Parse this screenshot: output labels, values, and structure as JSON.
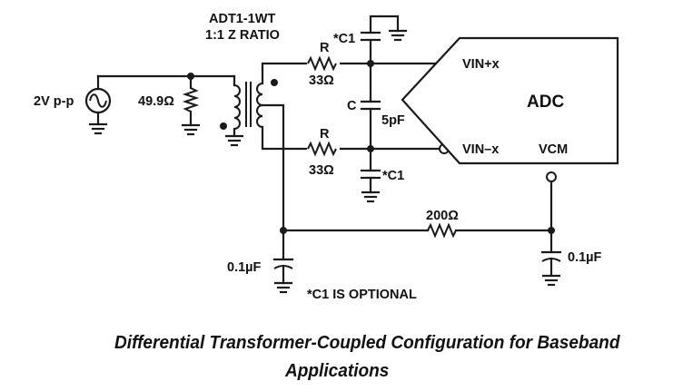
{
  "transformer": {
    "part": "ADT1-1WT",
    "ratio": "1:1 Z RATIO"
  },
  "source": {
    "amplitude": "2V p-p"
  },
  "termination_resistor": {
    "value": "49.9Ω"
  },
  "series_resistor_top": {
    "name": "R",
    "value": "33Ω"
  },
  "series_resistor_bottom": {
    "name": "R",
    "value": "33Ω"
  },
  "diff_capacitor": {
    "name": "C",
    "value": "5pF"
  },
  "optional_cap_top": {
    "name": "*C1"
  },
  "optional_cap_bottom": {
    "name": "*C1"
  },
  "adc": {
    "name": "ADC",
    "pin_pos": "VIN+x",
    "pin_neg": "VIN–x",
    "pin_vcm": "VCM"
  },
  "vcm_resistor": {
    "value": "200Ω"
  },
  "cap_left": {
    "value": "0.1µF"
  },
  "cap_right": {
    "value": "0.1µF"
  },
  "note": "*C1 IS OPTIONAL",
  "caption": {
    "line1": "Differential Transformer-Coupled Configuration for Baseband",
    "line2": "Applications"
  }
}
